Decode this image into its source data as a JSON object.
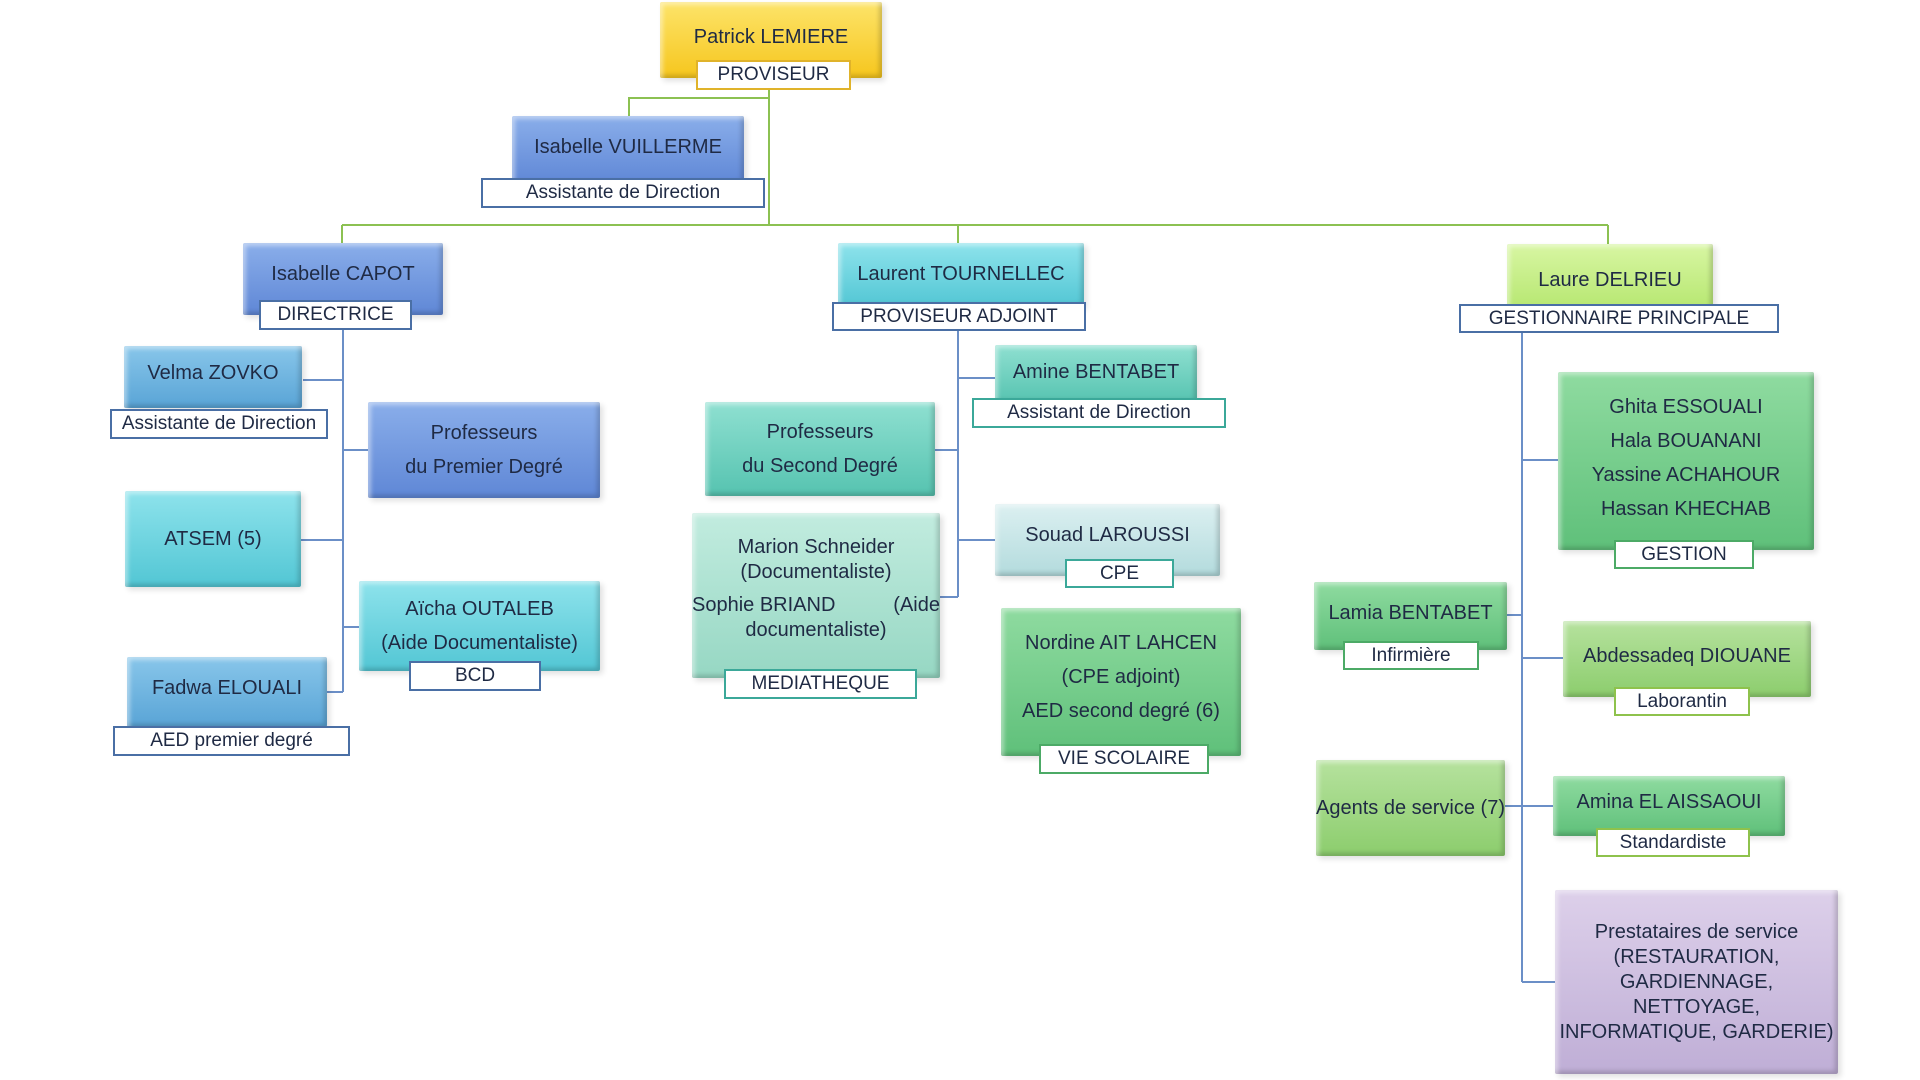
{
  "colors": {
    "proviseur": "#f6c61d",
    "direction_blue": "#5f87d6",
    "teal": "#56c3b0",
    "green": "#5fc07a",
    "lime": "#b2e56a",
    "lavender": "#bfaed6",
    "connector_green": "#8cc152",
    "connector_blue": "#6b8fc7"
  },
  "proviseur": {
    "name": "Patrick LEMIERE",
    "role": "PROVISEUR"
  },
  "assistante_direction": {
    "name": "Isabelle VUILLERME",
    "role": "Assistante de Direction"
  },
  "directrice": {
    "name": "Isabelle CAPOT",
    "role": "DIRECTRICE"
  },
  "proviseur_adjoint": {
    "name": "Laurent TOURNELLEC",
    "role": "PROVISEUR ADJOINT"
  },
  "gestionnaire": {
    "name": "Laure DELRIEU",
    "role": "GESTIONNAIRE PRINCIPALE"
  },
  "primary": {
    "velma": {
      "name": "Velma ZOVKO",
      "role": "Assistante de Direction"
    },
    "professeurs": [
      "Professeurs",
      "du Premier Degré"
    ],
    "atsem": "ATSEM (5)",
    "bcd": {
      "lines": [
        "Aïcha OUTALEB",
        "(Aide Documentaliste)"
      ],
      "label": "BCD"
    },
    "fadwa": {
      "name": "Fadwa ELOUALI",
      "role": "AED premier degré"
    }
  },
  "secondary": {
    "amine": {
      "name": "Amine BENTABET",
      "role": "Assistant de Direction"
    },
    "professeurs": [
      "Professeurs",
      "du Second Degré"
    ],
    "mediatheque": {
      "lines": [
        "Marion Schneider",
        "(Documentaliste)",
        "Sophie BRIAND",
        "(Aide",
        "documentaliste)"
      ],
      "label": "MEDIATHEQUE"
    },
    "souad": {
      "name": "Souad LAROUSSI",
      "role": "CPE"
    },
    "vie_scolaire": {
      "lines": [
        "Nordine AIT LAHCEN",
        "(CPE adjoint)",
        "AED second degré (6)"
      ],
      "label": "VIE SCOLAIRE"
    }
  },
  "gestion": {
    "team": {
      "lines": [
        "Ghita ESSOUALI",
        "Hala BOUANANI",
        "Yassine ACHAHOUR",
        "Hassan KHECHAB"
      ],
      "label": "GESTION"
    },
    "lamia": {
      "name": "Lamia BENTABET",
      "role": "Infirmière"
    },
    "abdessadeq": {
      "name": "Abdessadeq DIOUANE",
      "role": "Laborantin"
    },
    "agents": "Agents de service (7)",
    "amina": {
      "name": "Amina EL AISSAOUI",
      "role": "Standardiste"
    },
    "prestataires": [
      "Prestataires de service",
      "(RESTAURATION,",
      "GARDIENNAGE, NETTOYAGE,",
      "INFORMATIQUE, GARDERIE)"
    ]
  }
}
